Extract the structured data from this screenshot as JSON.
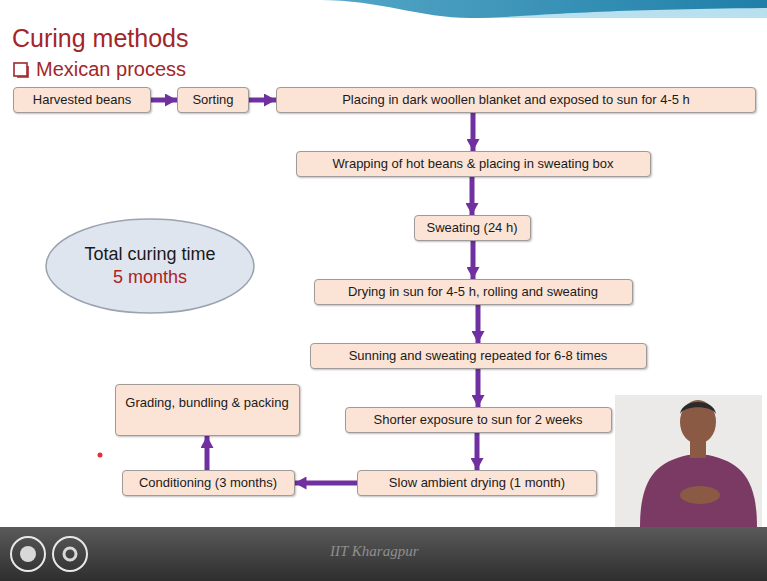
{
  "diagram": {
    "title": "Curing methods",
    "nodes": [
      {
        "text": [
          "Harvested beans"
        ]
      },
      {
        "text": [
          "Sorting"
        ]
      },
      {
        "text": [
          "Placing in dark woollen blanket and exposed to sun for 4-5 h"
        ]
      },
      {
        "text": [
          "Wrapping of hot beans & placing in sweating box"
        ]
      },
      {
        "text": [
          "Sweating (24 h)"
        ]
      },
      {
        "text": [
          "Drying in sun for 4-5 h, rolling and sweating"
        ]
      },
      {
        "text": [
          "Sunning and sweating repeated for 6-8 times"
        ]
      },
      {
        "text": [
          "Shorter exposure to sun for 2 weeks"
        ]
      },
      {
        "text": [
          "Slow ambient drying (1 month)"
        ]
      },
      {
        "text": [
          "Conditioning (3 months)"
        ]
      },
      {
        "text": [
          "Grading, bundling & packing"
        ]
      },
      {
        "text": [
          "Total curing time",
          "5 months"
        ]
      }
    ],
    "edges": [
      {
        "from": 0,
        "to": 1,
        "arrow": "to"
      },
      {
        "from": 1,
        "to": 2,
        "arrow": "to"
      },
      {
        "from": 2,
        "to": 3,
        "arrow": "to"
      },
      {
        "from": 3,
        "to": 4,
        "arrow": "to"
      },
      {
        "from": 4,
        "to": 5,
        "arrow": "to"
      },
      {
        "from": 5,
        "to": 6,
        "arrow": "to"
      },
      {
        "from": 6,
        "to": 7,
        "arrow": "to"
      },
      {
        "from": 7,
        "to": 8,
        "arrow": "to"
      },
      {
        "from": 8,
        "to": 9,
        "arrow": "to"
      },
      {
        "from": 9,
        "to": 10,
        "arrow": "to"
      }
    ],
    "labels": [
      "Mexican process",
      "IIT Kharagpur"
    ]
  }
}
